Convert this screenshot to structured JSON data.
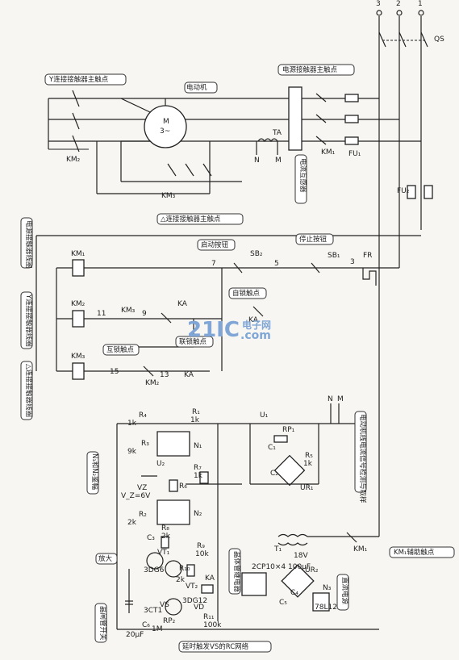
{
  "callouts": {
    "y_main": "Y连接接触器主触点",
    "motor": "电动机",
    "power_main": "电源接触器主触点",
    "ct": "电流互感器",
    "delta_main": "△连接接触器主触点",
    "coil_power": "电源接触器线圈",
    "coil_y": "Y连接接触器线圈",
    "coil_delta": "△连接接触器线圈",
    "start_btn": "启动按钮",
    "stop_btn": "停止按钮",
    "self_lock": "自锁触点",
    "interlock": "互锁触点",
    "soft_lock": "联锁触点",
    "detect": "电动机线电流信号检测与取样",
    "compare": "N₁和N₂鉴幅",
    "amplify": "放大",
    "thyristor_relay": "晶体管继电器",
    "dc_power": "直流电源",
    "scr_switch": "晶闸管开关",
    "rc_network": "延时触发VS的RC网络",
    "km1_aux": "KM₁辅助触点"
  },
  "labels": {
    "t3": "3",
    "t2": "2",
    "t1": "1",
    "qs": "QS",
    "fu1": "FU₁",
    "fu2": "FU₂",
    "km1": "KM₁",
    "km2": "KM₂",
    "km3": "KM₃",
    "ta": "TA",
    "n": "N",
    "m": "M",
    "motor_m": "M",
    "motor_3": "3~",
    "km1c": "KM₁",
    "km2c": "KM₂",
    "km3c": "KM₃",
    "sb2": "SB₂",
    "sb1": "SB₁",
    "fr": "FR",
    "ka": "KA",
    "ka2": "KA",
    "ka3": "KA",
    "km3s": "KM₃",
    "km2s": "KM₂",
    "n7": "7",
    "n5": "5",
    "n3": "3",
    "n11": "11",
    "n9": "9",
    "n13": "13",
    "n15": "15",
    "r4": "R₄",
    "r4v": "1k",
    "r1": "R₁",
    "r1v": "1k",
    "r3": "R₃",
    "r3v": "9k",
    "n1": "N₁",
    "u2": "U₂",
    "u1": "U₁",
    "rp1": "RP₁",
    "c1": "C₁",
    "r5": "R₅",
    "r5v": "1k",
    "r7": "R₇",
    "r7v": "1k",
    "vz": "VZ",
    "vzv": "V_Z=6V",
    "r6": "R₆",
    "r2": "R₂",
    "r2v": "2k",
    "n2": "N₂",
    "ur1": "UR₁",
    "c2": "C₂",
    "c3": "C₃",
    "r8": "R₈",
    "r8v": "2k",
    "r9": "R₉",
    "r9v": "10k",
    "vt1": "VT₁",
    "vt1t": "3DG6",
    "vt2": "VT₂",
    "vt2t": "3DG12",
    "r10": "R₁₀",
    "r10v": "2k",
    "vs": "VS",
    "vst": "3CT1",
    "rp2": "RP₂",
    "rp2v": "1M",
    "r11": "R₁₁",
    "r11v": "100k",
    "c6": "C₆",
    "c6v": "20μF",
    "vd": "VD",
    "kar": "KA",
    "cap": "2CP10×4 100μF",
    "ur2": "UR₂",
    "c4": "C₄",
    "c5": "C₅",
    "n3ic": "N₃",
    "ic": "78L12",
    "t1tr": "T₁",
    "v18": "18V",
    "km1b": "KM₁",
    "nb": "N",
    "mb": "M"
  },
  "watermark": {
    "main": "21IC",
    "cn": "电子网",
    "com": ".com"
  }
}
